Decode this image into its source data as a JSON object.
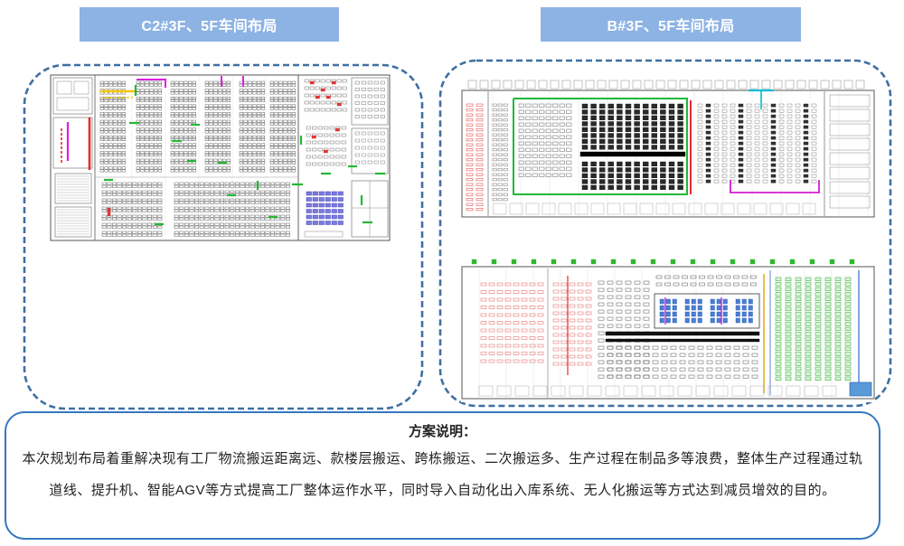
{
  "headers": {
    "c2_layout": "C2#3F、5F车间布局",
    "b_layout": "B#3F、5F车间布局"
  },
  "description": {
    "title": "方案说明：",
    "lines": [
      "本次规划布局着重解决现有工厂物流搬运距离远、款楼层搬运、跨栋搬运、二次搬运多、生产过程在制品多等浪费，整体生产过程通过轨",
      "道线、提升机、智能AGV等方式提高工厂整体运作水平，同时导入自动化出入库系统、无人化搬运等方式达到减员增效的目的。"
    ]
  },
  "colors": {
    "header_background": "#8db3e5",
    "header_text": "#ffffff",
    "frame_border": "#3f6fa3",
    "description_border": "#3577c0",
    "body_text": "#222222"
  }
}
